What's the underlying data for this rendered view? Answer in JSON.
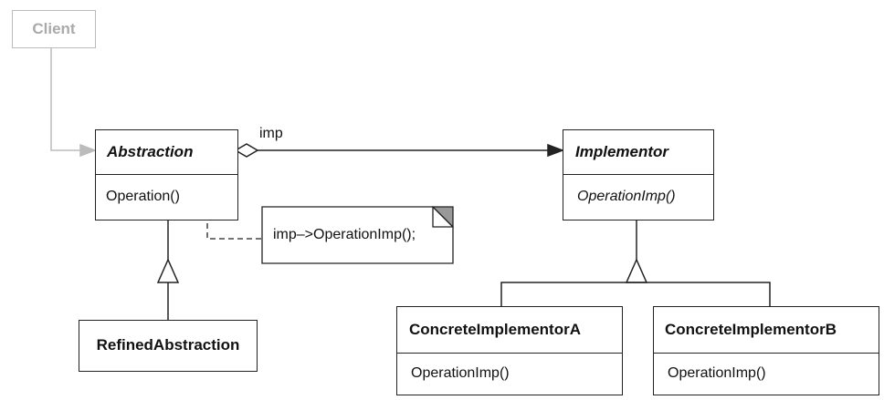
{
  "client": {
    "label": "Client"
  },
  "abstraction": {
    "name": "Abstraction",
    "operation": "Operation()"
  },
  "implementor": {
    "name": "Implementor",
    "operation": "OperationImp()"
  },
  "refined_abstraction": {
    "name": "RefinedAbstraction"
  },
  "concrete_a": {
    "name": "ConcreteImplementorA",
    "operation": "OperationImp()"
  },
  "concrete_b": {
    "name": "ConcreteImplementorB",
    "operation": "OperationImp()"
  },
  "association": {
    "label": "imp"
  },
  "note": {
    "text": "imp–>OperationImp();"
  },
  "colors": {
    "line": "#222222",
    "client": "#bbbbbb",
    "note_corner": "#999999"
  }
}
